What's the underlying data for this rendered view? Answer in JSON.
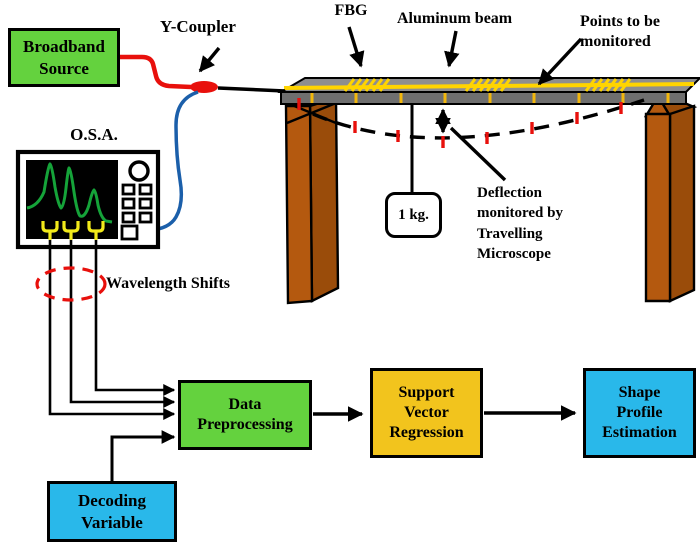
{
  "colors": {
    "box_green": "#64d23e",
    "box_yellow": "#f2c41d",
    "box_cyan": "#29b8ea",
    "support_brown": "#b4590f",
    "support_brown_dark": "#9a4c0a",
    "beam_gray_top": "#8e8e8e",
    "beam_gray_front": "#6f6f6f",
    "fiber_yellow": "#ffd400",
    "tick_yellow": "#f2b70c",
    "signal_red": "#e8100c",
    "fiber_blue": "#1b5faa",
    "trace_green": "#15a339",
    "marker_yellow": "#f2ea1a"
  },
  "labels": {
    "broadband_source": "Broadband\nSource",
    "y_coupler": "Y-Coupler",
    "fbg": "FBG",
    "aluminum_beam": "Aluminum beam",
    "points_to_be_monitored": "Points to be\nmonitored",
    "osa": "O.S.A.",
    "weight": "1 kg.",
    "deflection": "Deflection\nmonitored by\nTravelling\nMicroscope",
    "wavelength_shifts": "Wavelength Shifts",
    "data_preprocessing": "Data\nPreprocessing",
    "support_vector_regression": "Support\nVector\nRegression",
    "shape_profile_estimation": "Shape\nProfile\nEstimation",
    "decoding_variable": "Decoding\nVariable"
  }
}
